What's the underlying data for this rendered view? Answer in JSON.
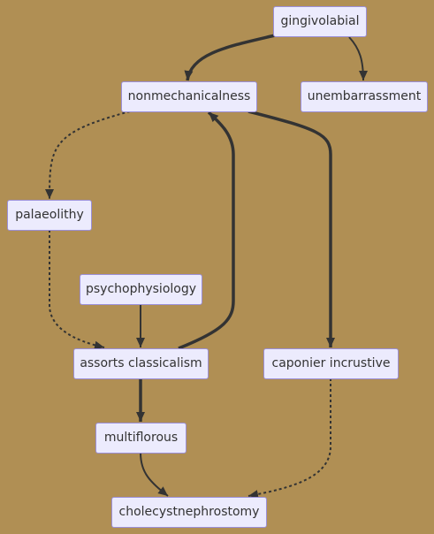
{
  "diagram": {
    "type": "flowchart",
    "colors": {
      "background": "#b08f54",
      "node_fill": "#ecebfd",
      "node_border": "#9b8fd8",
      "edge": "#333333",
      "text": "#333333"
    },
    "nodes": [
      {
        "id": "gingivolabial",
        "label": "gingivolabial"
      },
      {
        "id": "nonmechanicalness",
        "label": "nonmechanicalness"
      },
      {
        "id": "unembarrassment",
        "label": "unembarrassment"
      },
      {
        "id": "palaeolithy",
        "label": "palaeolithy"
      },
      {
        "id": "psychophysiology",
        "label": "psychophysiology"
      },
      {
        "id": "assorts-classicalism",
        "label": "assorts classicalism"
      },
      {
        "id": "caponier-incrustive",
        "label": "caponier incrustive"
      },
      {
        "id": "multiflorous",
        "label": "multiflorous"
      },
      {
        "id": "cholecystnephrostomy",
        "label": "cholecystnephrostomy"
      }
    ],
    "edges": [
      {
        "from": "gingivolabial",
        "to": "nonmechanicalness",
        "style": "thick"
      },
      {
        "from": "gingivolabial",
        "to": "unembarrassment",
        "style": "normal"
      },
      {
        "from": "nonmechanicalness",
        "to": "palaeolithy",
        "style": "dotted"
      },
      {
        "from": "nonmechanicalness",
        "to": "caponier-incrustive",
        "style": "thick"
      },
      {
        "from": "assorts-classicalism",
        "to": "nonmechanicalness",
        "style": "thick"
      },
      {
        "from": "palaeolithy",
        "to": "assorts-classicalism",
        "style": "dotted"
      },
      {
        "from": "psychophysiology",
        "to": "assorts-classicalism",
        "style": "normal"
      },
      {
        "from": "assorts-classicalism",
        "to": "multiflorous",
        "style": "thick"
      },
      {
        "from": "multiflorous",
        "to": "cholecystnephrostomy",
        "style": "normal"
      },
      {
        "from": "caponier-incrustive",
        "to": "cholecystnephrostomy",
        "style": "dotted"
      }
    ]
  }
}
